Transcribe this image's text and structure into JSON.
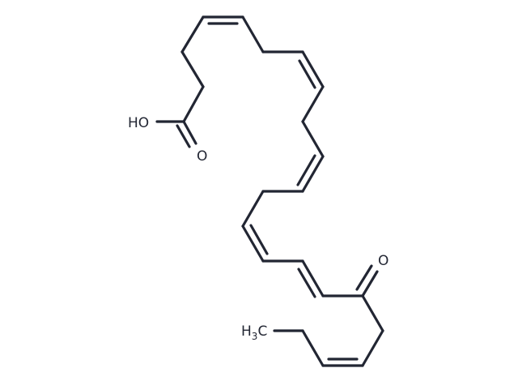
{
  "structure": {
    "labels": {
      "hydroxyl": "HO",
      "acid_oxygen": "O",
      "ketone_oxygen": "O",
      "methyl_carbon": "H",
      "methyl_subscript": "3",
      "methyl_tail": "C"
    }
  },
  "colors": {
    "bond": "#222633",
    "label": "#222633",
    "background": "#ffffff"
  }
}
